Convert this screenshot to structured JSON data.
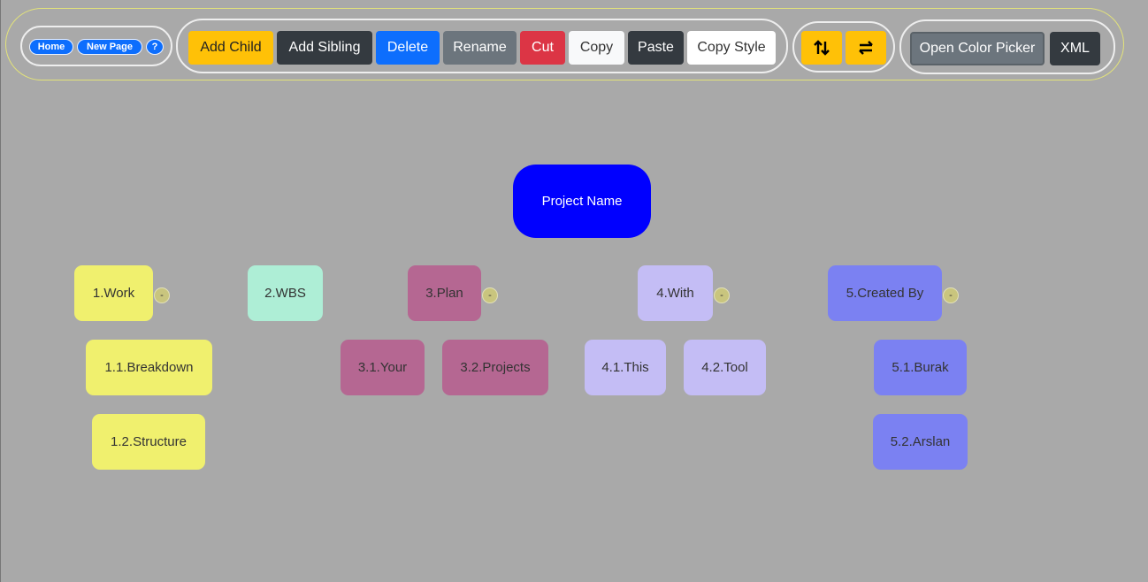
{
  "nav": {
    "home_label": "Home",
    "new_page_label": "New Page",
    "help_label": "?"
  },
  "actions": {
    "add_child": "Add Child",
    "add_sibling": "Add Sibling",
    "delete": "Delete",
    "rename": "Rename",
    "cut": "Cut",
    "copy": "Copy",
    "paste": "Paste",
    "copy_style": "Copy Style"
  },
  "layout_toggles": {
    "vertical_icon": "swap-vertical-icon",
    "horizontal_icon": "swap-horizontal-icon"
  },
  "tools": {
    "color_picker": "Open Color Picker",
    "xml": "XML"
  },
  "colors": {
    "root": "#0000ff",
    "work": "#f0f06e",
    "wbs": "#aeeed6",
    "plan": "#b56792",
    "with": "#c4bdf5",
    "created_by": "#7b81f2"
  },
  "mindmap": {
    "root": "Project Name",
    "nodes": {
      "work": "1.Work",
      "work_1": "1.1.Breakdown",
      "work_2": "1.2.Structure",
      "wbs": "2.WBS",
      "plan": "3.Plan",
      "plan_1": "3.1.Your",
      "plan_2": "3.2.Projects",
      "with": "4.With",
      "with_1": "4.1.This",
      "with_2": "4.2.Tool",
      "created_by": "5.Created By",
      "created_by_1": "5.1.Burak",
      "created_by_2": "5.2.Arslan"
    },
    "collapse_symbol": "-"
  }
}
